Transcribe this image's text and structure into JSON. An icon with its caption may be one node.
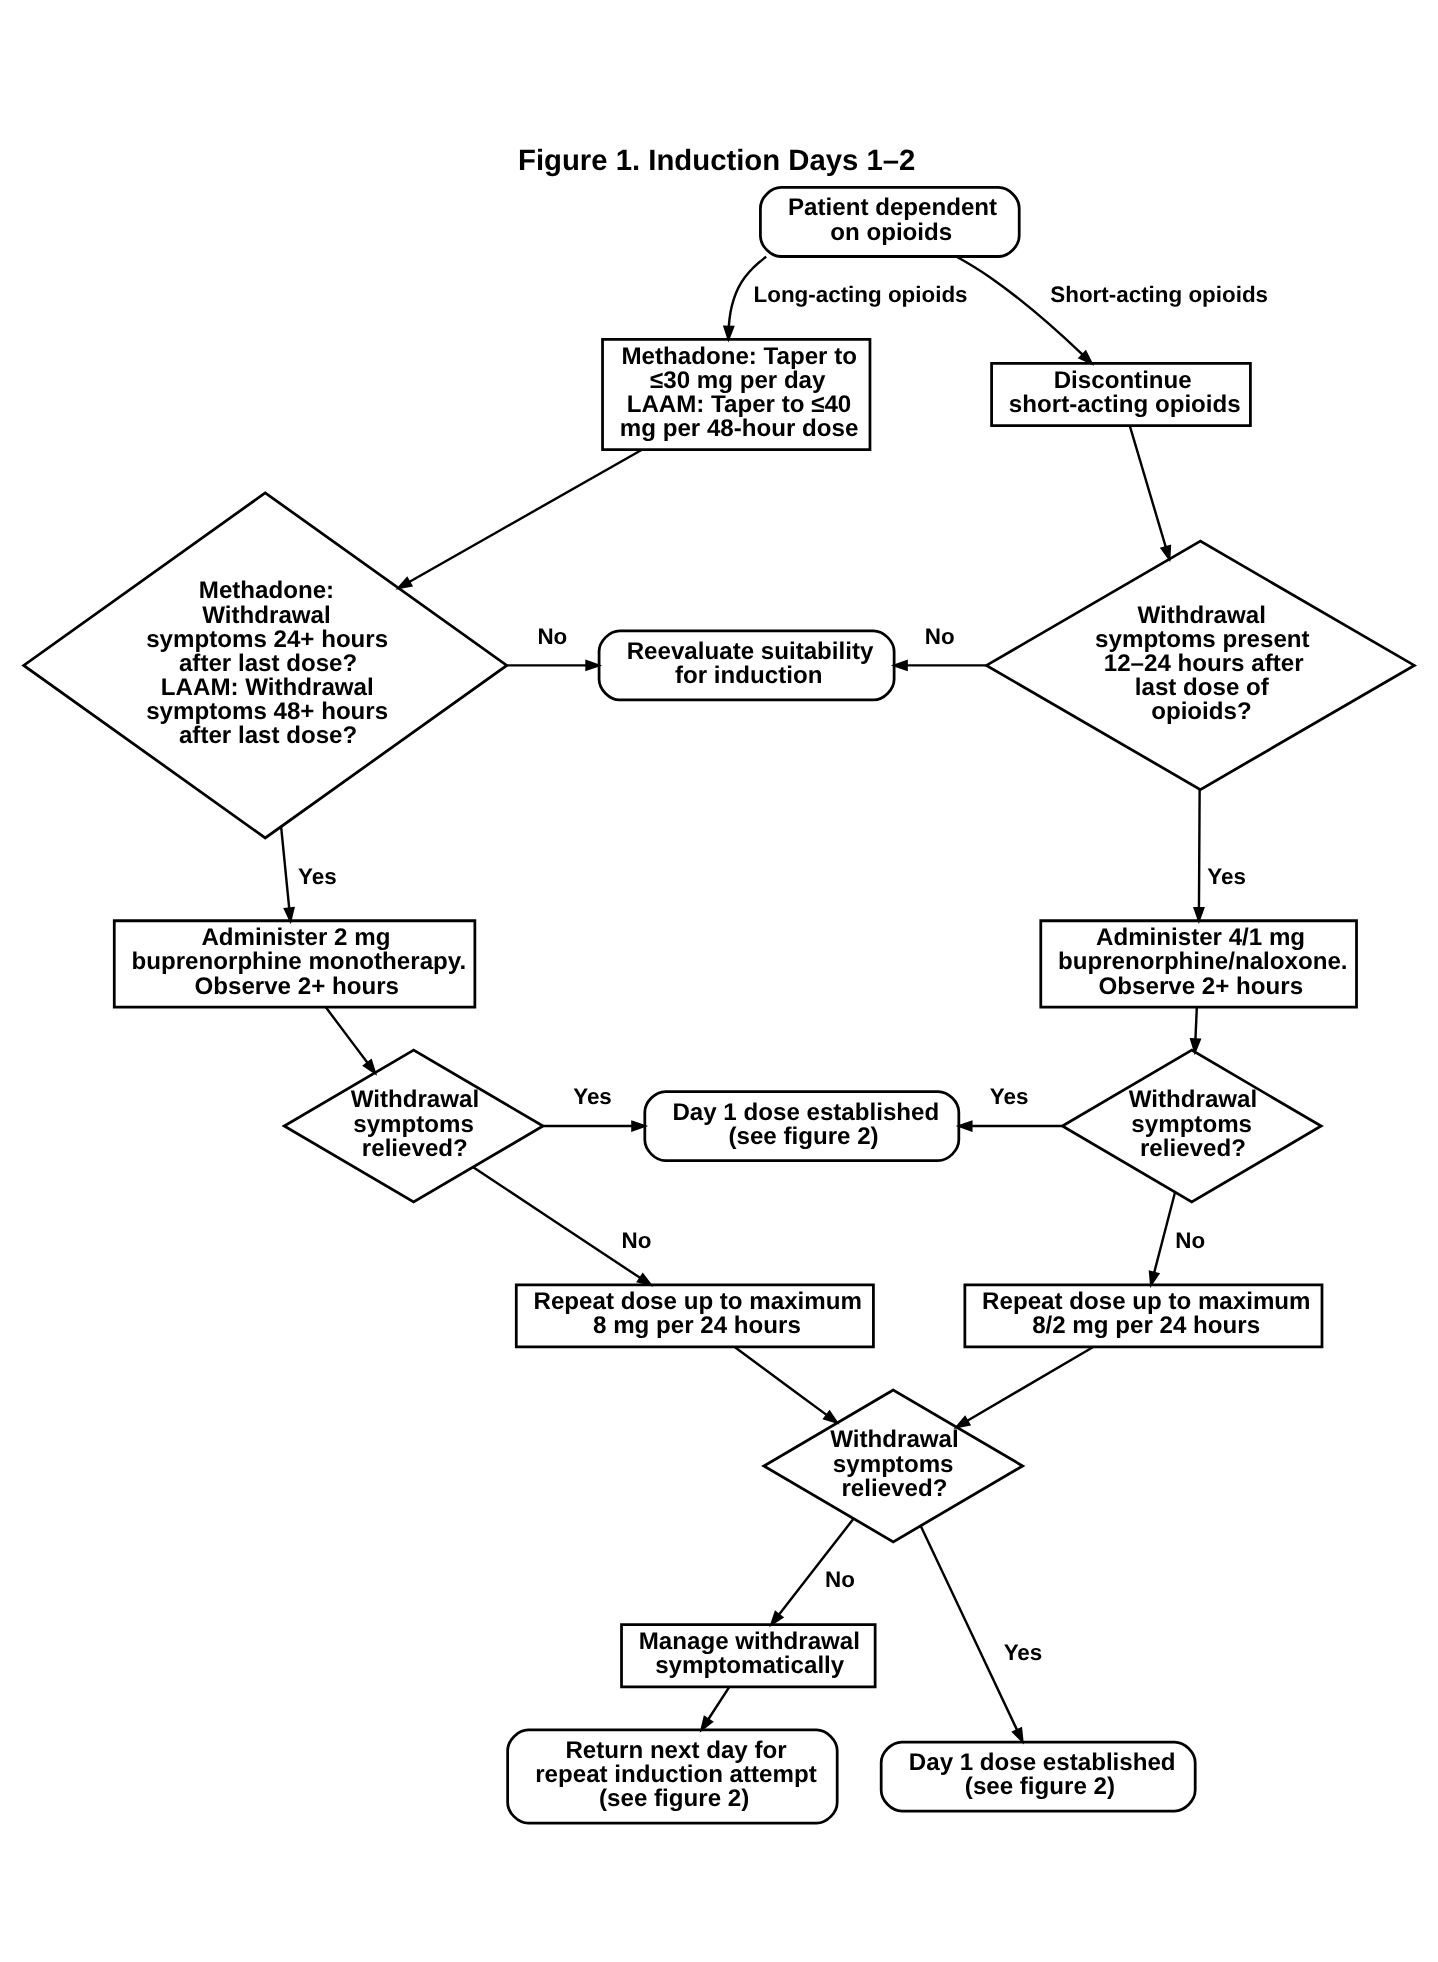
{
  "diagram": {
    "title": "Figure 1. Induction Days 1–2",
    "nodes": [
      {
        "text": [
          "Patient dependent on opioids"
        ]
      },
      {
        "text": [
          "Methadone: Taper to ≤30 mg per day",
          "LAAM: Taper to ≤40 mg per 48-hour dose"
        ]
      },
      {
        "text": [
          "Discontinue short-acting opioids"
        ]
      },
      {
        "text": [
          "Methadone: Withdrawal symptoms 24+ hours after last dose?",
          "LAAM: Withdrawal symptoms 48+ hours after last dose?"
        ]
      },
      {
        "text": [
          "Reevaluate suitability for induction"
        ]
      },
      {
        "text": [
          "Withdrawal symptoms present 12–24 hours after last dose of opioids?"
        ]
      },
      {
        "text": [
          "Administer 2 mg buprenorphine monotherapy. Observe 2+ hours"
        ]
      },
      {
        "text": [
          "Administer 4/1 mg buprenorphine/naloxone. Observe 2+ hours"
        ]
      },
      {
        "text": [
          "Withdrawal symptoms relieved?"
        ]
      },
      {
        "text": [
          "Day 1 dose established (see figure 2)"
        ]
      },
      {
        "text": [
          "Withdrawal symptoms relieved?"
        ]
      },
      {
        "text": [
          "Repeat dose up to maximum 8 mg per 24 hours"
        ]
      },
      {
        "text": [
          "Repeat dose up to maximum 8/2 mg per 24 hours"
        ]
      },
      {
        "text": [
          "Withdrawal symptoms relieved?"
        ]
      },
      {
        "text": [
          "Manage withdrawal symptomatically"
        ]
      },
      {
        "text": [
          "Return next day for repeat induction attempt (see figure 2)"
        ]
      },
      {
        "text": [
          "Day 1 dose established (see figure 2)"
        ]
      }
    ],
    "edges": [
      {
        "from": 0,
        "to": 1,
        "arrow": "to",
        "label": "Long-acting opioids"
      },
      {
        "from": 0,
        "to": 2,
        "arrow": "to",
        "label": "Short-acting opioids"
      },
      {
        "from": 1,
        "to": 3,
        "arrow": "to"
      },
      {
        "from": 2,
        "to": 5,
        "arrow": "to"
      },
      {
        "from": 3,
        "to": 4,
        "arrow": "to",
        "label": "No"
      },
      {
        "from": 5,
        "to": 4,
        "arrow": "to",
        "label": "No"
      },
      {
        "from": 3,
        "to": 6,
        "arrow": "to",
        "label": "Yes"
      },
      {
        "from": 5,
        "to": 7,
        "arrow": "to",
        "label": "Yes"
      },
      {
        "from": 6,
        "to": 8,
        "arrow": "to"
      },
      {
        "from": 7,
        "to": 10,
        "arrow": "to"
      },
      {
        "from": 8,
        "to": 9,
        "arrow": "to",
        "label": "Yes"
      },
      {
        "from": 10,
        "to": 9,
        "arrow": "to",
        "label": "Yes"
      },
      {
        "from": 8,
        "to": 11,
        "arrow": "to",
        "label": "No"
      },
      {
        "from": 10,
        "to": 12,
        "arrow": "to",
        "label": "No"
      },
      {
        "from": 11,
        "to": 13,
        "arrow": "to"
      },
      {
        "from": 12,
        "to": 13,
        "arrow": "to"
      },
      {
        "from": 13,
        "to": 14,
        "arrow": "to",
        "label": "No"
      },
      {
        "from": 13,
        "to": 16,
        "arrow": "to",
        "label": "Yes"
      },
      {
        "from": 14,
        "to": 15,
        "arrow": "to"
      }
    ]
  }
}
